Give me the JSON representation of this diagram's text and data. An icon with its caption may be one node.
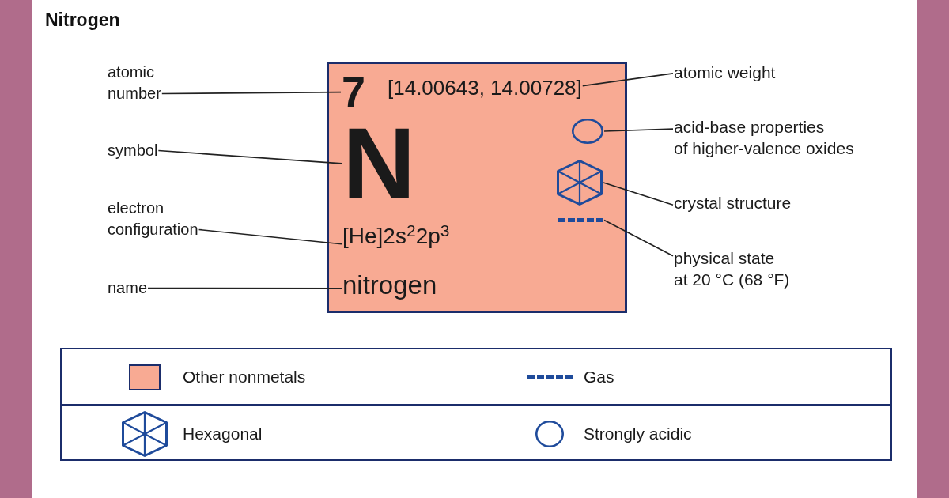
{
  "diagram": {
    "title": "Nitrogen",
    "nodes": [
      {
        "text": [
          "atomic number"
        ]
      },
      {
        "text": [
          "symbol"
        ]
      },
      {
        "text": [
          "electron configuration"
        ]
      },
      {
        "text": [
          "name"
        ]
      },
      {
        "text": [],
        "shape": "box"
      },
      {
        "text": [
          "7"
        ],
        "in": 4
      },
      {
        "text": [
          "[14.00643, 14.00728]"
        ],
        "in": 4
      },
      {
        "text": [],
        "shape": "circle",
        "in": 4
      },
      {
        "text": [
          "N"
        ],
        "in": 4
      },
      {
        "text": [],
        "shape": "hexagon",
        "in": 4
      },
      {
        "text": [],
        "shape": "line",
        "in": 4
      },
      {
        "text": [
          "[He]2s$^{2}$2p$^{3}$"
        ],
        "in": 4
      },
      {
        "text": [
          "nitrogen"
        ],
        "in": 4
      },
      {
        "text": [
          "atomic weight"
        ]
      },
      {
        "text": [
          "acid-base properties of higher-valence oxides"
        ]
      },
      {
        "text": [
          "crystal structure"
        ]
      },
      {
        "text": [
          "physical state at 20 °C (68 °F)"
        ]
      }
    ],
    "edges": [
      {
        "from": 0,
        "to": 5,
        "arrow": "none"
      },
      {
        "from": 1,
        "to": 8,
        "arrow": "none"
      },
      {
        "from": 2,
        "to": 11,
        "arrow": "none"
      },
      {
        "from": 3,
        "to": 12,
        "arrow": "none"
      },
      {
        "from": 13,
        "to": 6,
        "arrow": "none"
      },
      {
        "from": 14,
        "to": 7,
        "arrow": "none"
      },
      {
        "from": 15,
        "to": 9,
        "arrow": "none"
      },
      {
        "from": 16,
        "to": 10,
        "arrow": "none"
      }
    ],
    "legend": [
      {
        "text": "Other nonmetals",
        "color": "#f8aa93"
      },
      {
        "text": "Gas"
      },
      {
        "text": "Hexagonal"
      },
      {
        "text": "Strongly acidic"
      }
    ]
  }
}
